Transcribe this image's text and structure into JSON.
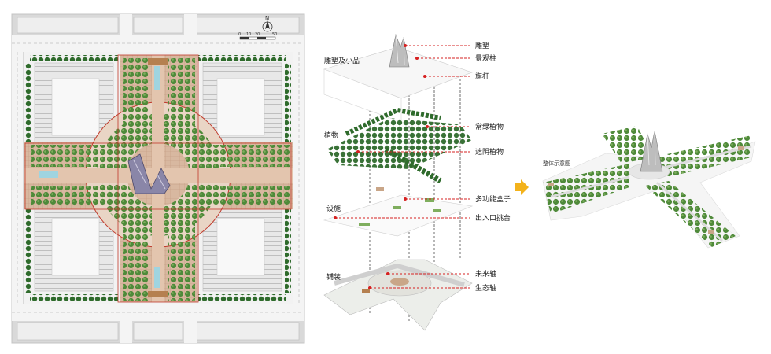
{
  "colors": {
    "accent_red": "#d62020",
    "tree_green": "#4f8a3a",
    "tree_dark": "#2f6b2c",
    "arrow_yellow": "#f3b21b",
    "road_gray": "#c9c9c9",
    "paving_tan": "#c9a688"
  },
  "plan": {
    "north_label": "N",
    "scale_labels": [
      "0",
      "10",
      "20",
      "50"
    ]
  },
  "layers": [
    {
      "title": "雕塑及小品",
      "callouts": [
        "雕塑",
        "景观柱",
        "旗杆"
      ]
    },
    {
      "title": "植物",
      "callouts": [
        "常绿植物",
        "遮阴植物"
      ]
    },
    {
      "title": "设施",
      "callouts": [
        "多功能盒子",
        "出入口挑台"
      ]
    },
    {
      "title": "铺装",
      "callouts": [
        "未来轴",
        "生态轴"
      ]
    }
  ],
  "overview": {
    "title": "整体示意图"
  },
  "arrow_icon": "right-arrow-icon"
}
